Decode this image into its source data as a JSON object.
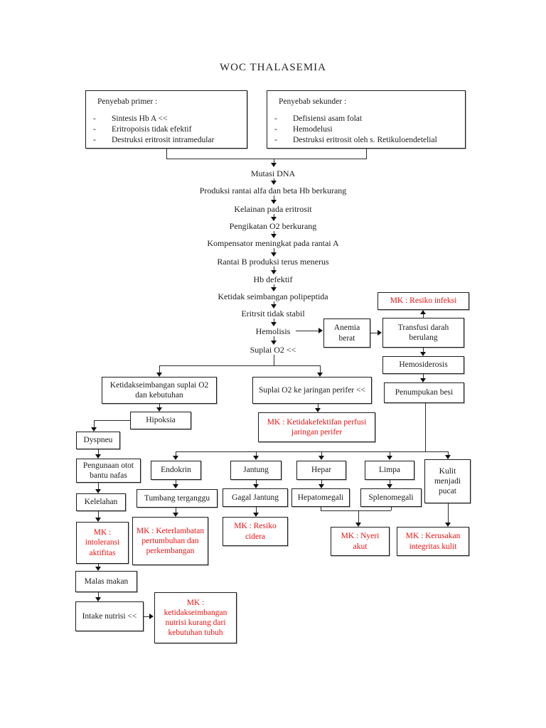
{
  "title": "WOC THALASEMIA",
  "colors": {
    "mk_red": "#ed1111",
    "ink": "#1a1a1a"
  },
  "causes": {
    "primary": {
      "header": "Penyebab primer :",
      "items": [
        "Sintesis Hb A <<",
        "Eritropoisis tidak efektif",
        "Destruksi eritrosit intramedular"
      ]
    },
    "secondary": {
      "header": "Penyebab sekunder :",
      "items": [
        "Defisiensi asam folat",
        "Hemodelusi",
        "Destruksi eritrosit oleh s. Retikuloendetelial"
      ]
    }
  },
  "cascade": [
    "Mutasi DNA",
    "Produksi rantai alfa dan beta Hb berkurang",
    "Kelainan pada eritrosit",
    "Pengikatan O2 berkurang",
    "Kompensator meningkat pada rantai A",
    "Rantai B produksi terus menerus",
    "Hb defektif",
    "Ketidak seimbangan polipeptida",
    "Eritrsit tidak stabil",
    "Hemolisis",
    "Suplai O2 <<"
  ],
  "nodes": {
    "anemia_berat": "Anemia berat",
    "mk_resiko_infeksi": "MK : Resiko infeksi",
    "transfusi_darah": "Transfusi darah berulang",
    "hemosiderosis": "Hemosiderosis",
    "penumpukan_besi": "Penumpukan besi",
    "ketidakseimbangan_suplai": "Ketidakseimbangan suplai O2 dan kebutuhan",
    "suplai_perifer": "Suplai O2 ke jaringan perifer <<",
    "hipoksia": "Hipoksia",
    "mk_perfusi": "MK : Ketidakefektifan perfusi jaringan perifer",
    "dyspneu": "Dyspneu",
    "pengunaan_otot": "Pengunaan otot bantu nafas",
    "kelelahan": "Kelelahan",
    "mk_intoleransi": "MK : intoleransi aktifitas",
    "malas_makan": "Malas makan",
    "intake_nutrisi": "Intake nutrisi <<",
    "mk_nutrisi": "MK : ketidakseimbangan nutrisi kurang dari kebutuhan tubuh",
    "endokrin": "Endokrin",
    "jantung": "Jantung",
    "hepar": "Hepar",
    "limpa": "Limpa",
    "kulit_pucat": "Kulit menjadi pucat",
    "tumbang_terganggu": "Tumbang terganggu",
    "gagal_jantung": "Gagal Jantung",
    "hepatomegali": "Hepatomegali",
    "splenomegali": "Splenomegali",
    "mk_keterlambatan": "MK : Keterlambatan pertumbuhan dan perkembangan",
    "mk_resiko_cidera": "MK : Resiko cidera",
    "mk_nyeri_akut": "MK : Nyeri akut",
    "mk_kerusakan_kulit": "MK : Kerusakan integritas kulit"
  }
}
